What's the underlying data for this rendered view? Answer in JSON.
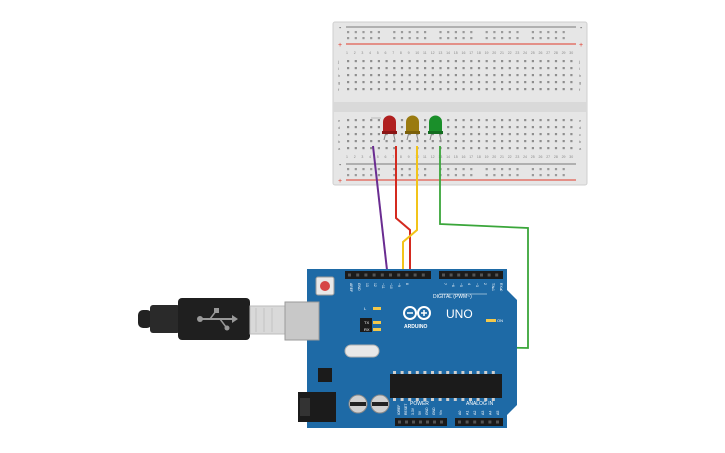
{
  "colors": {
    "breadboard": "#e6e6e6",
    "rail_red": "#e0392a",
    "arduino_blue": "#1e6aa6",
    "wire_purple": "#6a2c91",
    "wire_red": "#d42a1f",
    "wire_yellow": "#f2c41a",
    "wire_green": "#3aa63a",
    "led_red": "#b02020",
    "led_yellow": "#9a7a10",
    "led_green": "#1a8f2a"
  },
  "breadboard": {
    "rail_plus": "+",
    "rail_minus": "-",
    "row_letters_top": [
      "j",
      "i",
      "h",
      "g",
      "f"
    ],
    "row_letters_bottom": [
      "e",
      "d",
      "c",
      "b",
      "a"
    ],
    "column_numbers": [
      "1",
      "2",
      "3",
      "4",
      "5",
      "6",
      "7",
      "8",
      "9",
      "10",
      "11",
      "12",
      "13",
      "14",
      "15",
      "16",
      "17",
      "18",
      "19",
      "20",
      "21",
      "22",
      "23",
      "24",
      "25",
      "26",
      "27",
      "28",
      "29",
      "30"
    ]
  },
  "leds": [
    {
      "name": "red-led",
      "color": "red"
    },
    {
      "name": "yellow-led",
      "color": "yellow"
    },
    {
      "name": "green-led",
      "color": "green"
    }
  ],
  "arduino": {
    "logo_text": "ARDUINO",
    "model": "UNO",
    "digital_header": "DIGITAL (PWM~)",
    "power_header": "POWER",
    "analog_header": "ANALOG IN",
    "on_label": "ON",
    "tx_label": "TX",
    "rx_label": "RX",
    "l_label": "L",
    "digital_pins": [
      "AREF",
      "GND",
      "13",
      "12",
      "~11",
      "~10",
      "~9",
      "8",
      "7",
      "~6",
      "~5",
      "4",
      "~3",
      "2",
      "TX▸1",
      "RX◂0"
    ],
    "power_pins": [
      "IOREF",
      "RESET",
      "3.3V",
      "5V",
      "GND",
      "GND",
      "Vin"
    ],
    "analog_pins": [
      "A0",
      "A1",
      "A2",
      "A3",
      "A4",
      "A5"
    ]
  },
  "usb_cable": {
    "icon": "usb-icon"
  }
}
